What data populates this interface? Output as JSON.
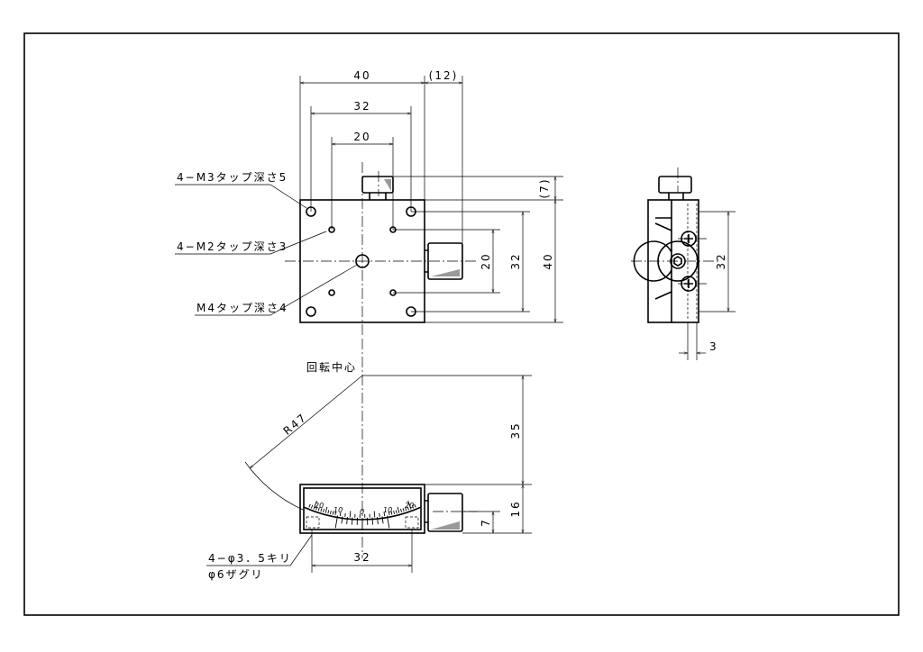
{
  "top_view": {
    "dims": {
      "width_40": "40",
      "knob_12": "(12)",
      "width_32": "32",
      "width_20": "20",
      "knob_7": "(7)",
      "height_40": "40",
      "height_32": "32",
      "height_20": "20"
    },
    "callouts": {
      "m3": "4−M3タップ深さ5",
      "m2": "4−M2タップ深さ3",
      "m4": "M4タップ深さ4"
    }
  },
  "side_view": {
    "dims": {
      "height_32": "32",
      "offset_3": "3"
    }
  },
  "front_view": {
    "rotation_center": "回転中心",
    "radius": "R47",
    "dims": {
      "height_35": "35",
      "height_16": "16",
      "height_7": "7",
      "width_32": "32"
    },
    "callouts": {
      "hole": "4−φ3．5キリ",
      "counterbore": "φ6ザグリ"
    },
    "scale_labels": [
      "20",
      "10",
      "0",
      "10",
      "20"
    ]
  }
}
